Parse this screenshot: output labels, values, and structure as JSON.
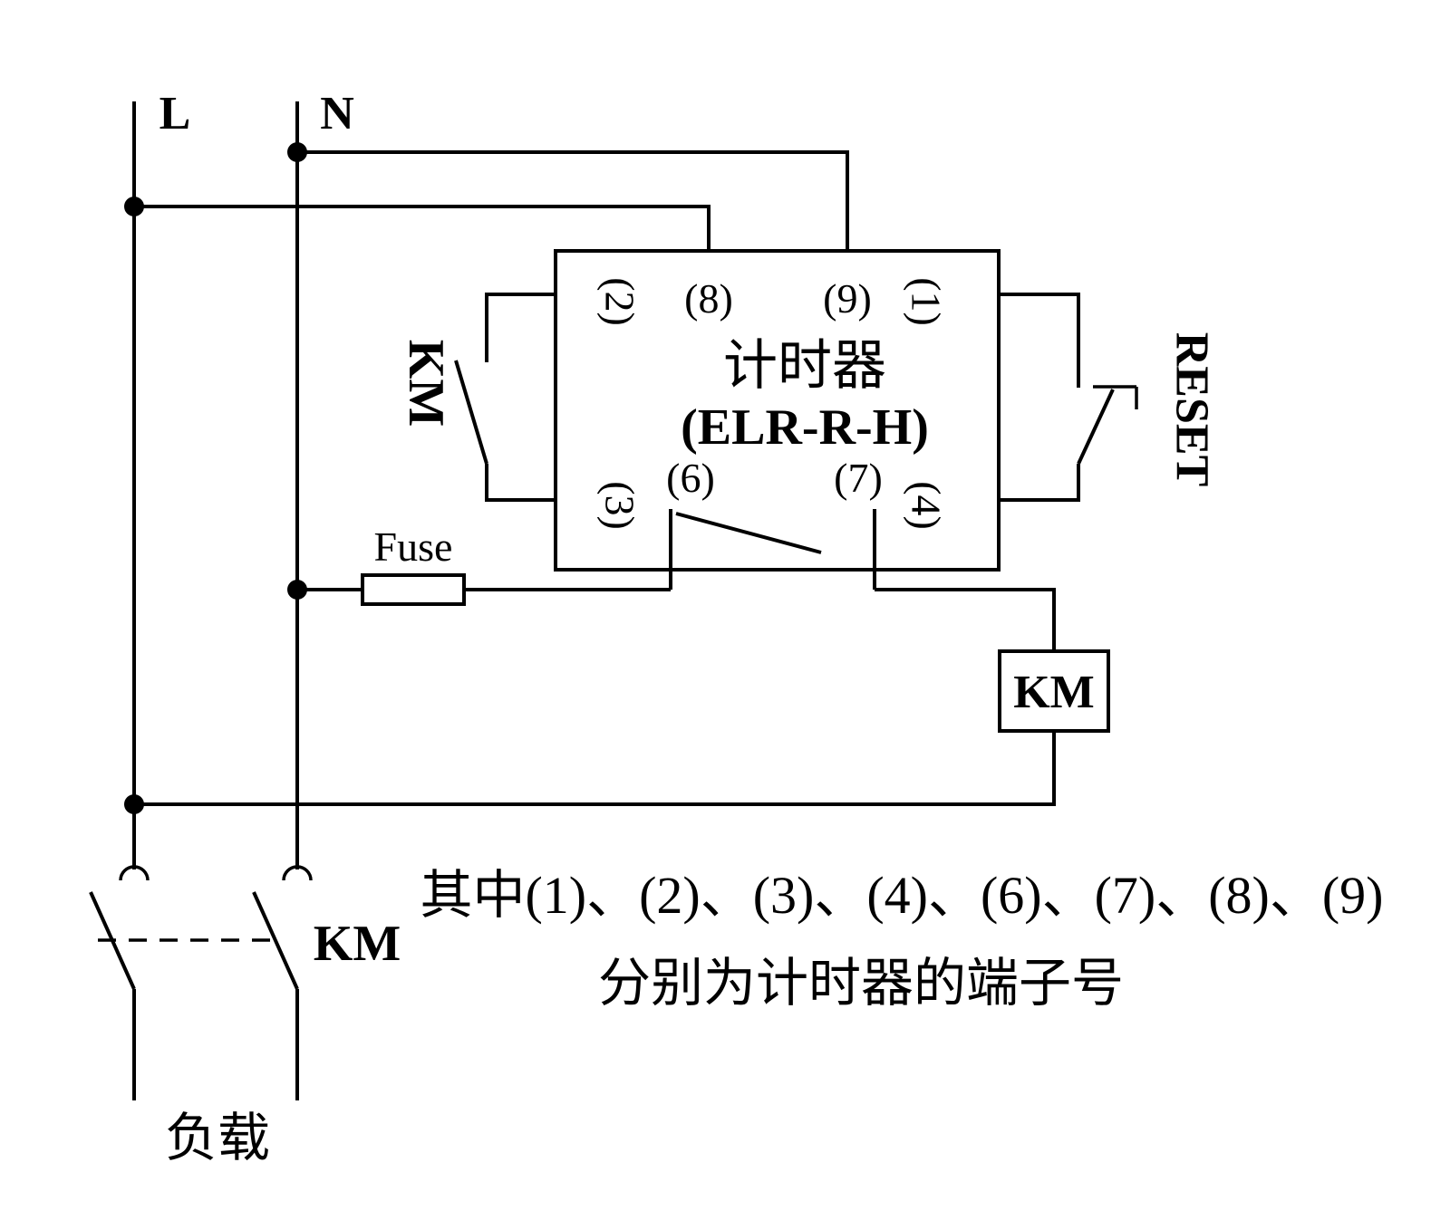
{
  "labels": {
    "phase_l": "L",
    "neutral_n": "N",
    "km_contact_left": "KM",
    "reset_button": "RESET",
    "fuse": "Fuse",
    "km_coil": "KM",
    "km_contact_bottom": "KM",
    "load": "负载"
  },
  "timer": {
    "name": "计时器",
    "model": "(ELR-R-H)",
    "terminals": {
      "t1": "(1)",
      "t2": "(2)",
      "t3": "(3)",
      "t4": "(4)",
      "t6": "(6)",
      "t7": "(7)",
      "t8": "(8)",
      "t9": "(9)"
    }
  },
  "caption": {
    "line1": "其中(1)、(2)、(3)、(4)、(6)、(7)、(8)、(9)",
    "line2": "分别为计时器的端子号"
  },
  "colors": {
    "stroke": "#000000",
    "background": "#ffffff"
  }
}
